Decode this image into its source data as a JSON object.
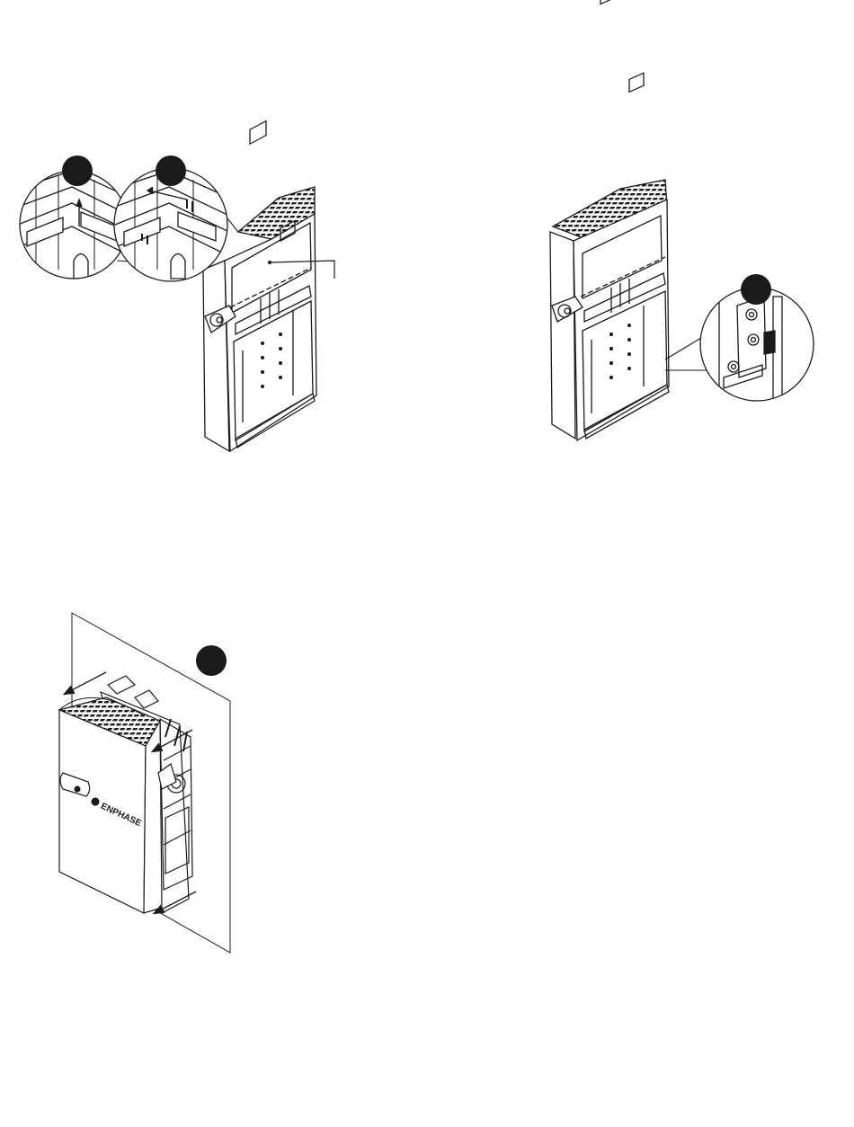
{
  "figures": [
    {
      "id": "step-a",
      "kind": "enclosure-rear-view",
      "callouts": 2,
      "leader_lines": 1
    },
    {
      "id": "step-b",
      "kind": "enclosure-rear-view",
      "callouts": 1
    },
    {
      "id": "step-c",
      "kind": "enclosure-wall-mount",
      "callouts": 1,
      "arrows": 3
    }
  ],
  "logo": {
    "text": "ENPHASE"
  },
  "colors": {
    "ink": "#1a1a1a",
    "fill": "#ffffff",
    "callout": "#1a1a1a"
  }
}
